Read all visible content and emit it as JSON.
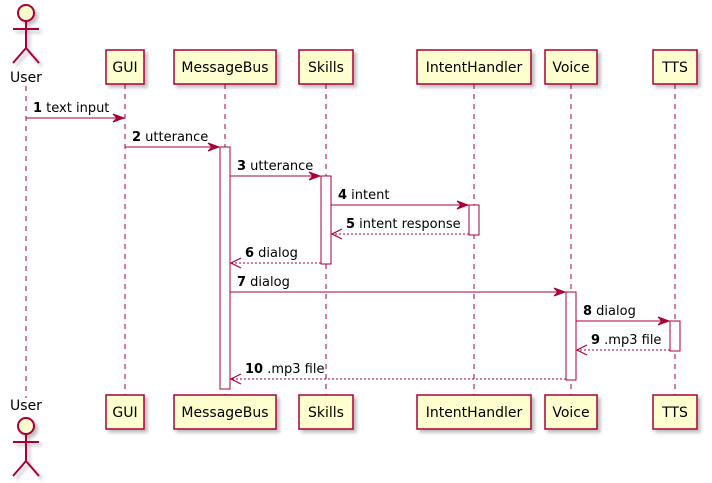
{
  "participants": [
    {
      "id": "user",
      "label": "User",
      "kind": "actor"
    },
    {
      "id": "gui",
      "label": "GUI",
      "kind": "box"
    },
    {
      "id": "bus",
      "label": "MessageBus",
      "kind": "box"
    },
    {
      "id": "skills",
      "label": "Skills",
      "kind": "box"
    },
    {
      "id": "intent",
      "label": "IntentHandler",
      "kind": "box"
    },
    {
      "id": "voice",
      "label": "Voice",
      "kind": "box"
    },
    {
      "id": "tts",
      "label": "TTS",
      "kind": "box"
    }
  ],
  "messages": [
    {
      "num": "1",
      "text": "text input",
      "from": "user",
      "to": "gui",
      "style": "solid"
    },
    {
      "num": "2",
      "text": "utterance",
      "from": "gui",
      "to": "bus",
      "style": "solid"
    },
    {
      "num": "3",
      "text": "utterance",
      "from": "bus",
      "to": "skills",
      "style": "solid"
    },
    {
      "num": "4",
      "text": "intent",
      "from": "skills",
      "to": "intent",
      "style": "solid"
    },
    {
      "num": "5",
      "text": "intent response",
      "from": "intent",
      "to": "skills",
      "style": "dashed"
    },
    {
      "num": "6",
      "text": "dialog",
      "from": "skills",
      "to": "bus",
      "style": "dashed"
    },
    {
      "num": "7",
      "text": "dialog",
      "from": "bus",
      "to": "voice",
      "style": "solid"
    },
    {
      "num": "8",
      "text": "dialog",
      "from": "voice",
      "to": "tts",
      "style": "solid"
    },
    {
      "num": "9",
      "text": ".mp3 file",
      "from": "tts",
      "to": "voice",
      "style": "dashed"
    },
    {
      "num": "10",
      "text": ".mp3 file",
      "from": "voice",
      "to": "bus",
      "style": "dashed"
    }
  ],
  "activations": [
    {
      "participant": "bus",
      "from_message": "2",
      "to_message": "end"
    },
    {
      "participant": "skills",
      "from_message": "3",
      "to_message": "6"
    },
    {
      "participant": "intent",
      "from_message": "4",
      "to_message": "5"
    },
    {
      "participant": "voice",
      "from_message": "7",
      "to_message": "10"
    },
    {
      "participant": "tts",
      "from_message": "8",
      "to_message": "9"
    }
  ],
  "colors": {
    "box_fill": "#FEFECE",
    "box_border": "#A80036",
    "line": "#A80036",
    "text": "#000000",
    "shadow": "#c8c8c8"
  }
}
